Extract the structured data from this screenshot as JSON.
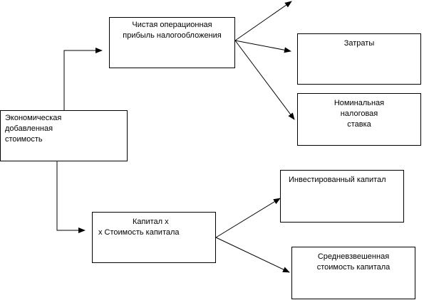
{
  "diagram": {
    "nodes": {
      "eva": [
        "Экономическая",
        "добавленная",
        "стоимость"
      ],
      "nopat": [
        "Чистая операционная",
        "прибыль налогообложения"
      ],
      "costs": [
        "Затраты"
      ],
      "tax_rate": [
        "Номинальная",
        "налоговая",
        "ставка"
      ],
      "capital_x_cost": [
        "Капитал х",
        "х Стоимость капитала"
      ],
      "invested_capital": [
        "Инвестированный капитал"
      ],
      "wacc": [
        "Средневзвешенная",
        "стоимость капитала"
      ]
    },
    "edges": [
      {
        "from": "eva",
        "to": "nopat"
      },
      {
        "from": "eva",
        "to": "capital_x_cost"
      },
      {
        "from": "nopat",
        "to": "unlabeled-target"
      },
      {
        "from": "nopat",
        "to": "costs"
      },
      {
        "from": "nopat",
        "to": "tax_rate"
      },
      {
        "from": "capital_x_cost",
        "to": "invested_capital"
      },
      {
        "from": "capital_x_cost",
        "to": "wacc"
      }
    ]
  }
}
